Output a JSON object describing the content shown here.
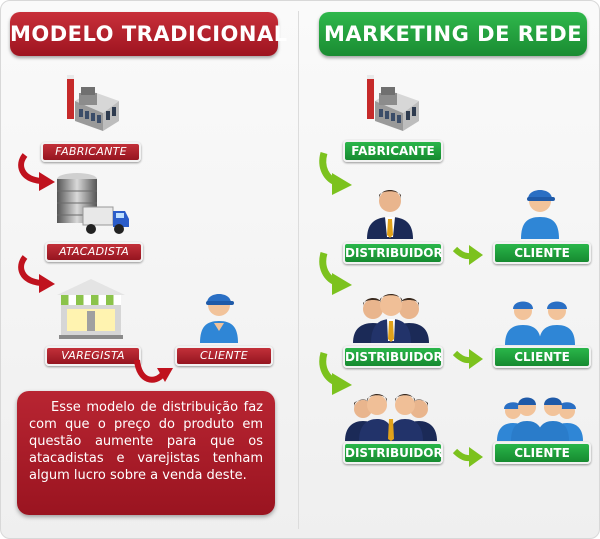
{
  "headers": {
    "left": "MODELO TRADICIONAL",
    "right": "MARKETING DE REDE"
  },
  "traditional": {
    "fabricante": "FABRICANTE",
    "atacadista": "ATACADISTA",
    "varegista": "VAREGISTA",
    "cliente": "CLIENTE",
    "description": "Esse modelo de distribuição faz com que o preço do produto em questão aumente para que os atacadistas e varejistas tenham algum lucro sobre a venda deste."
  },
  "network": {
    "fabricante": "FABRICANTE",
    "rows": [
      {
        "distribuidor": "DISTRIBUIDOR",
        "cliente": "CLIENTE"
      },
      {
        "distribuidor": "DISTRIBUIDOR",
        "cliente": "CLIENTE"
      },
      {
        "distribuidor": "DISTRIBUIDOR",
        "cliente": "CLIENTE"
      }
    ]
  },
  "colors": {
    "red": "#b01c28",
    "green": "#22a43e",
    "arrow_red": "#c0121e",
    "arrow_green": "#7cc21e"
  },
  "icons": [
    "factory-icon",
    "warehouse-truck-icon",
    "store-icon",
    "client-icon",
    "businessman-icon"
  ]
}
